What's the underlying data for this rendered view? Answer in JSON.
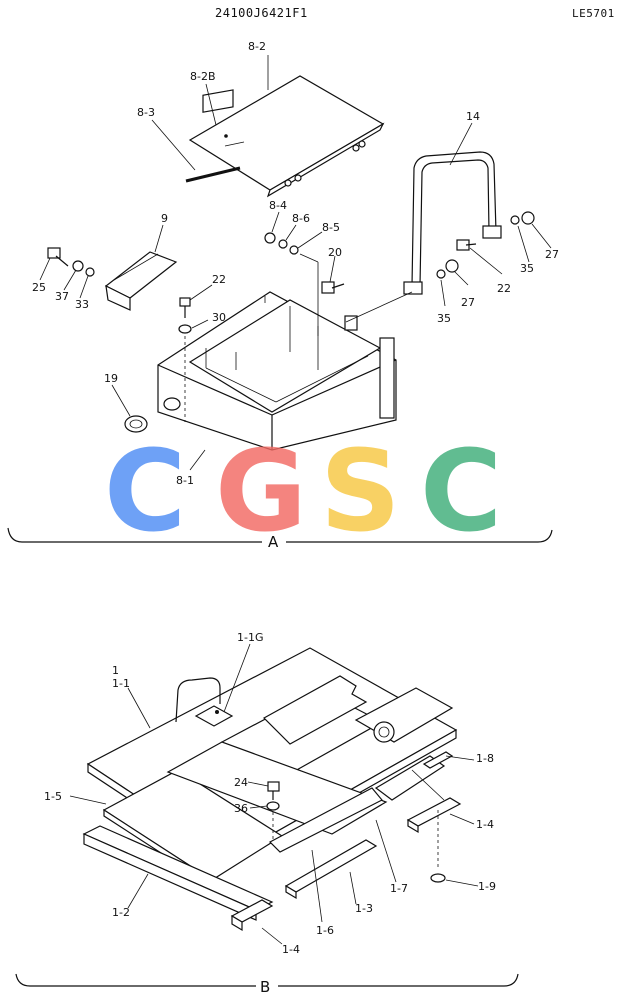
{
  "header": {
    "drawing_id": "24100J6421F1",
    "page_code": "LE5701"
  },
  "watermark": {
    "letters": [
      "C",
      "G",
      "S",
      "C"
    ],
    "colors": [
      "#4f8df5",
      "#f26a63",
      "#f7c843",
      "#3fae7a"
    ]
  },
  "sections": {
    "a": {
      "label": "A"
    },
    "b": {
      "label": "B"
    }
  },
  "labels_a": {
    "p8_2": "8-2",
    "p8_2b": "8-2B",
    "p8_3": "8-3",
    "p14": "14",
    "p9": "9",
    "p8_4": "8-4",
    "p8_6": "8-6",
    "p8_5": "8-5",
    "p20": "20",
    "p25": "25",
    "p37": "37",
    "p33": "33",
    "p22a": "22",
    "p30": "30",
    "p35a": "35",
    "p27a": "27",
    "p22b": "22",
    "p27b": "27",
    "p35b": "35",
    "p19": "19",
    "p8_1": "8-1"
  },
  "labels_b": {
    "p1_1g": "1-1G",
    "p1": "1",
    "p1_1": "1-1",
    "p1_8": "1-8",
    "p24": "24",
    "p1_5": "1-5",
    "p36": "36",
    "p1_4a": "1-4",
    "p1_7": "1-7",
    "p1_9": "1-9",
    "p1_2": "1-2",
    "p1_3": "1-3",
    "p1_6": "1-6",
    "p1_4b": "1-4"
  }
}
